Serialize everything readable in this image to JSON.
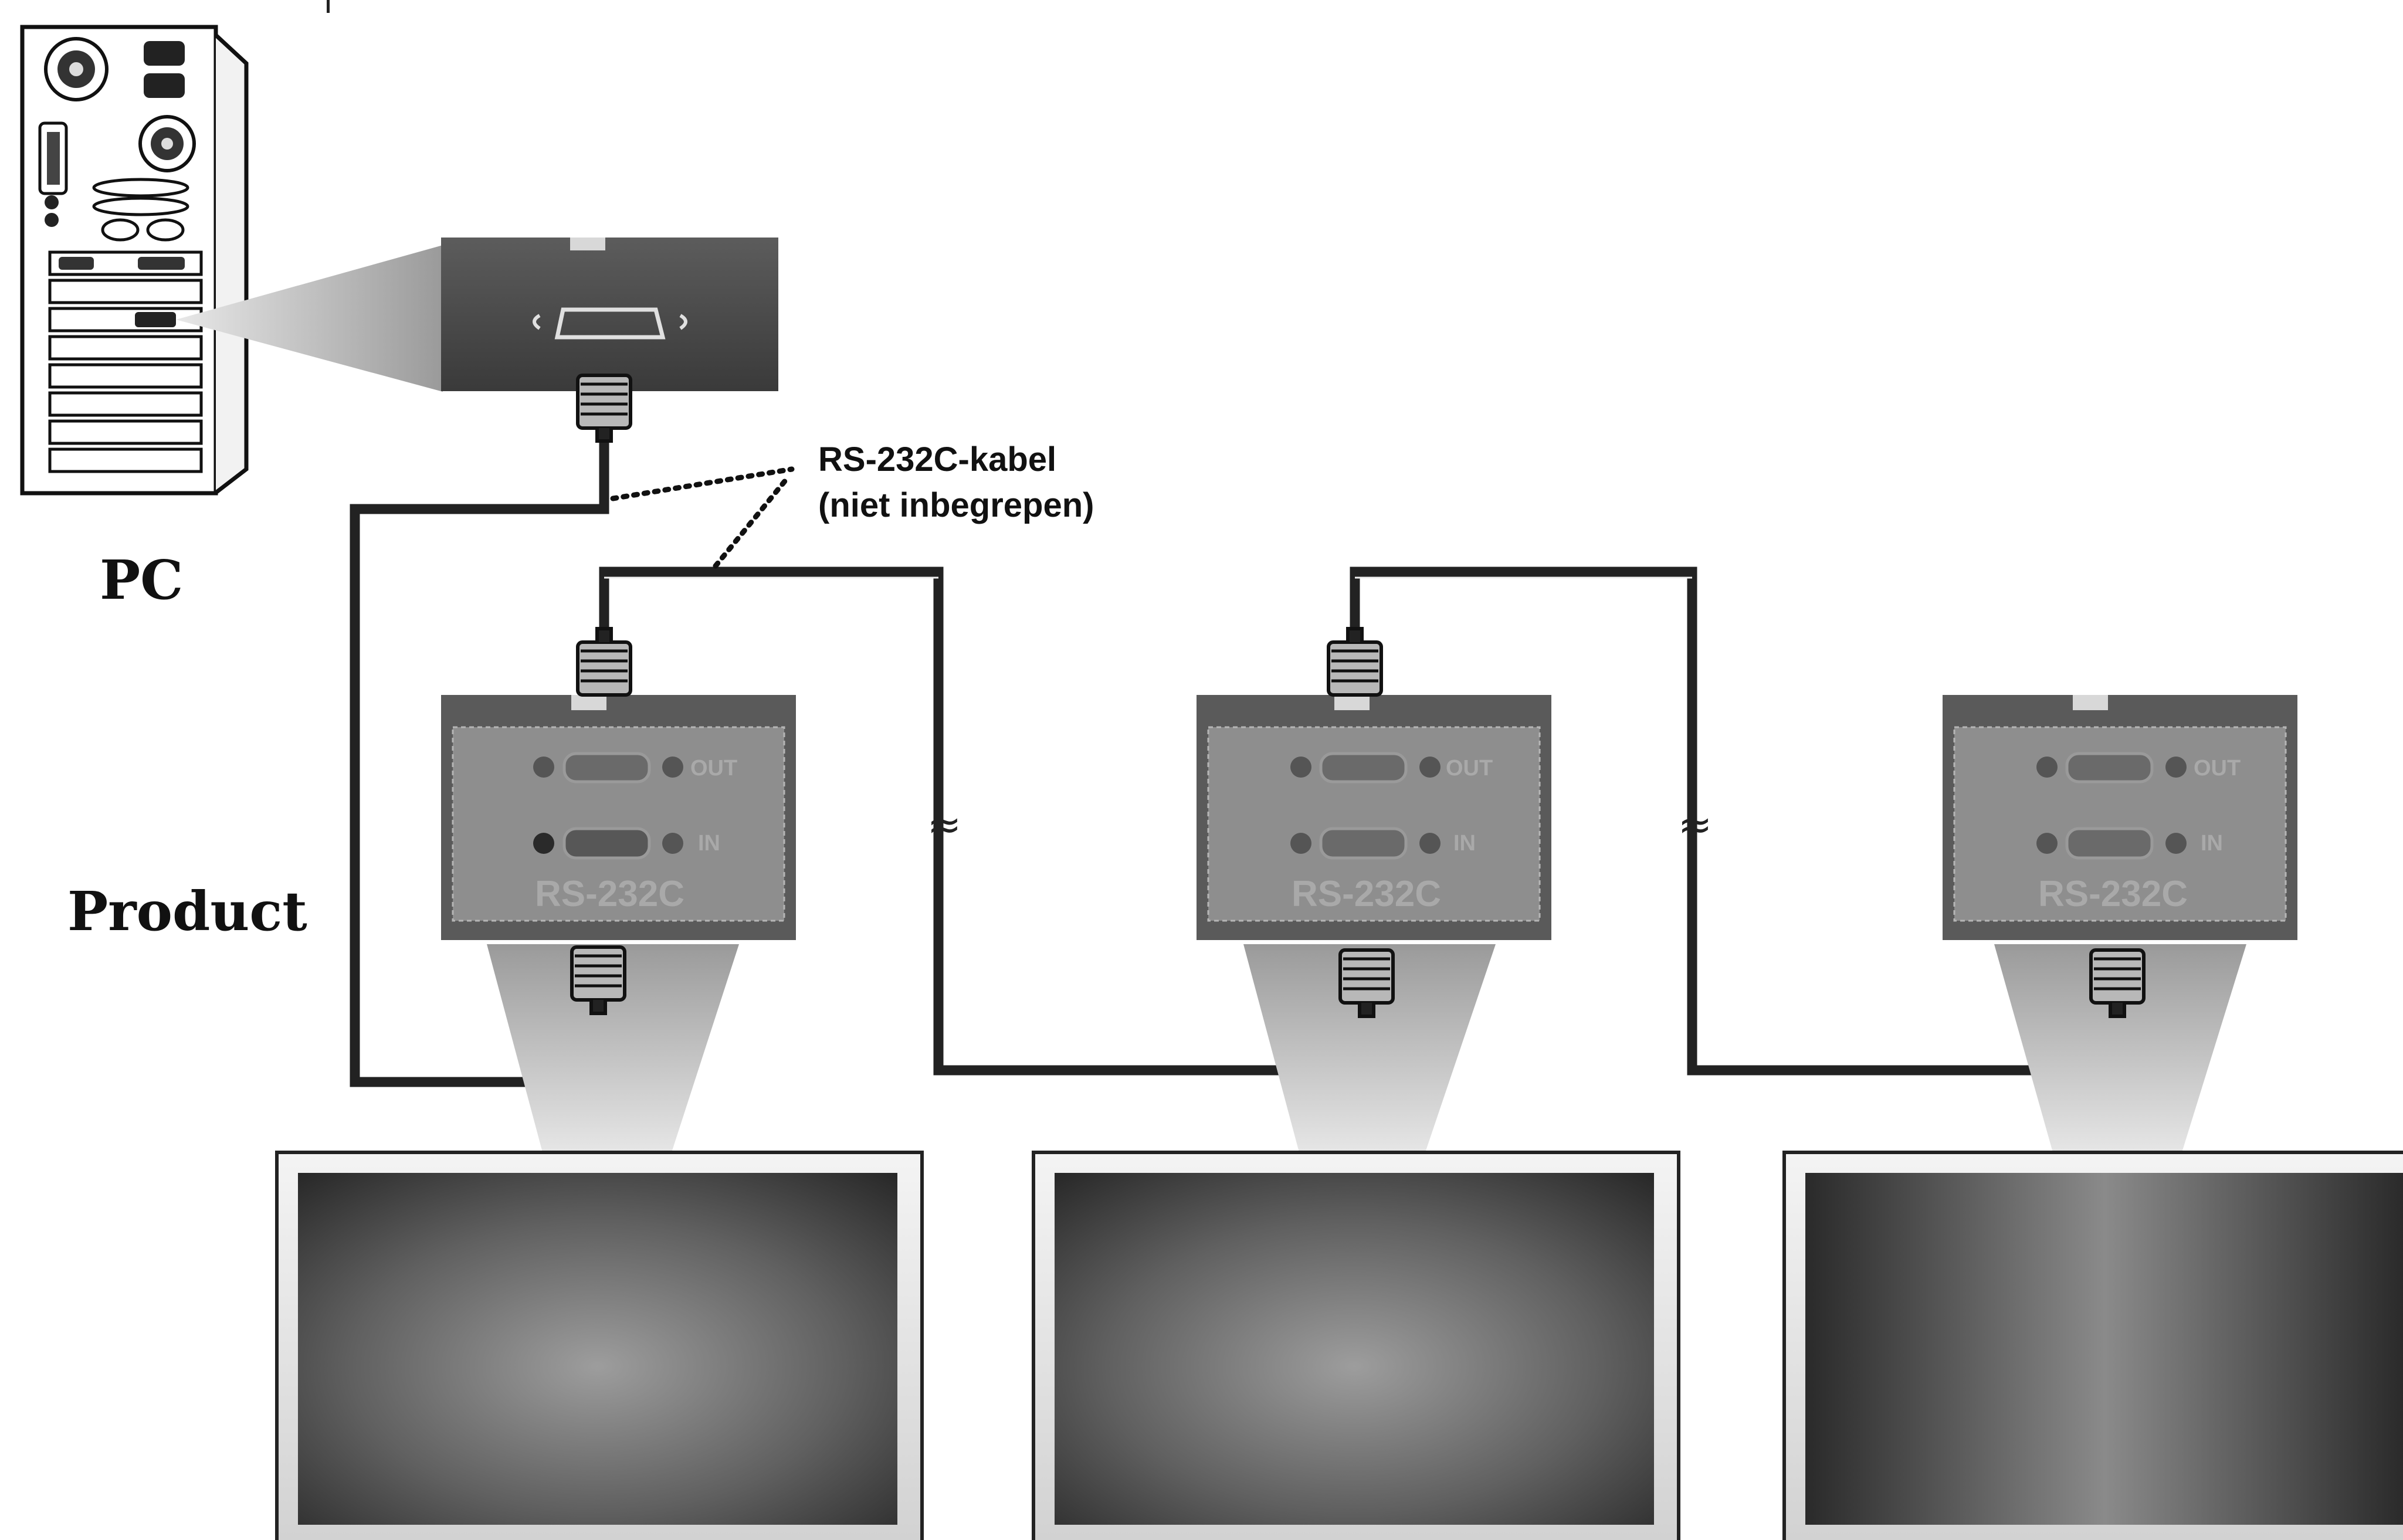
{
  "labels": {
    "pc": "PC",
    "product": "Product",
    "cable_line1": "RS-232C-kabel",
    "cable_line2": "(niet inbegrepen)"
  },
  "connector_panels": [
    {
      "port_out": "OUT",
      "port_in": "IN",
      "title": "RS-232C"
    },
    {
      "port_out": "OUT",
      "port_in": "IN",
      "title": "RS-232C"
    },
    {
      "port_out": "OUT",
      "port_in": "IN",
      "title": "RS-232C"
    }
  ],
  "colors": {
    "cable": "#222222",
    "panel": "#5a5a5a",
    "panel_inner": "#8e8e8e",
    "port_text": "#a9a9a9"
  },
  "icons": [
    "pc-tower-icon",
    "db9-connector-icon",
    "monitor-icon",
    "cable-break-icon"
  ]
}
